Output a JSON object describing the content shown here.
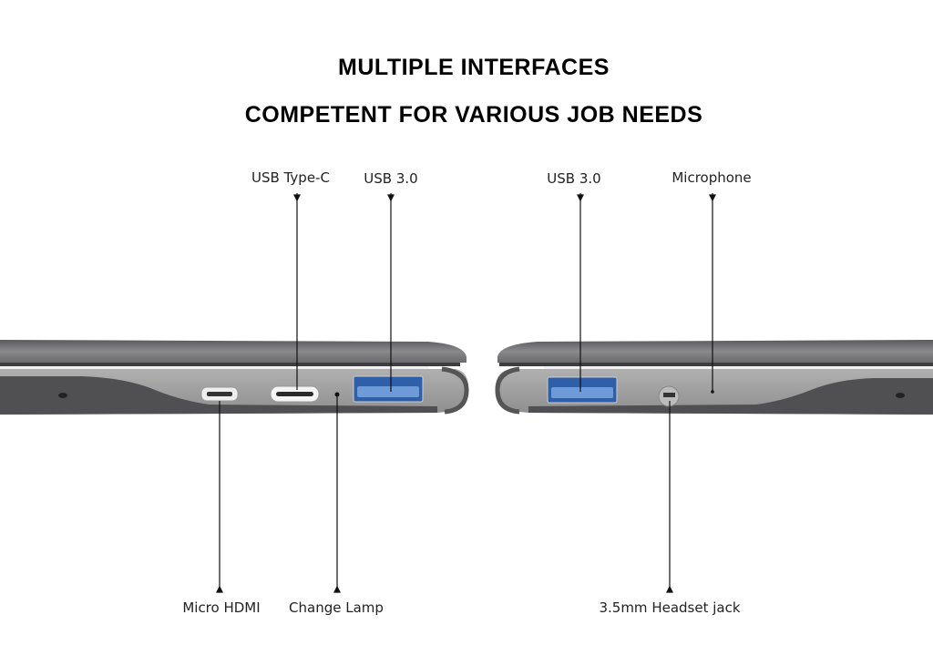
{
  "heading": {
    "line1": "MULTIPLE INTERFACES",
    "line2": "COMPETENT FOR VARIOUS JOB NEEDS"
  },
  "callouts": {
    "left_top": [
      "USB Type-C",
      "USB 3.0"
    ],
    "right_top": [
      "USB 3.0",
      "Microphone"
    ],
    "left_bottom": [
      "Micro HDMI",
      "Change Lamp"
    ],
    "right_bottom": [
      "3.5mm Headset jack"
    ]
  },
  "colors": {
    "chassis": "#9e9e9e",
    "chassis_dark": "#4f4f50",
    "usb_blue": "#3f6fb5"
  }
}
